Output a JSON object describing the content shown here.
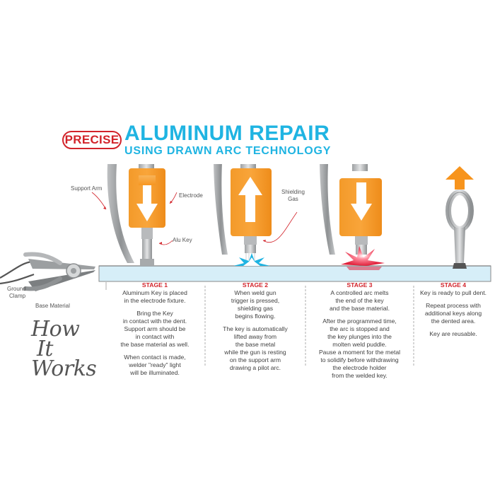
{
  "header": {
    "badge": "PRECISE",
    "title": "ALUMINUM REPAIR",
    "subtitle": "USING DRAWN ARC TECHNOLOGY"
  },
  "labels": {
    "support_arm": "Support Arm",
    "electrode": "Electrode",
    "alu_key": "Alu Key",
    "shielding_gas": [
      "Shielding",
      "Gas"
    ],
    "ground_clamp": [
      "Ground",
      "Clamp"
    ],
    "base_material": "Base Material"
  },
  "how_it_works": [
    "How",
    "It",
    "Works"
  ],
  "stages": [
    {
      "heading": "STAGE 1",
      "paragraphs": [
        [
          "Aluminum Key is placed",
          "in the electrode fixture."
        ],
        [
          "Bring the Key",
          "in contact with the dent.",
          "Support arm should be",
          "in contact with",
          "the base material as well."
        ],
        [
          "When contact is made,",
          "welder \"ready\" light",
          "will be illuminated."
        ]
      ]
    },
    {
      "heading": "STAGE 2",
      "paragraphs": [
        [
          "When weld gun",
          "trigger is pressed,",
          "shielding gas",
          "begins flowing."
        ],
        [
          "The key is automatically",
          "lifted away from",
          "the base metal",
          "while the gun is resting",
          "on the support arm",
          "drawing a pilot arc."
        ]
      ]
    },
    {
      "heading": "STAGE 3",
      "paragraphs": [
        [
          "A controlled arc melts",
          "the end of the key",
          "and the base material."
        ],
        [
          "After the programmed time,",
          "the arc is stopped and",
          "the key plunges into the",
          "molten weld puddle.",
          "Pause a moment for the metal",
          "to solidify before withdrawing",
          "the electrode holder",
          "from the welded key."
        ]
      ]
    },
    {
      "heading": "STAGE 4",
      "paragraphs": [
        [
          "Key is ready to pull dent."
        ],
        [
          "Repeat process with",
          "additional keys along",
          "the dented area."
        ],
        [
          "Key are reusable."
        ]
      ]
    }
  ],
  "colors": {
    "title_blue": "#1fb4e2",
    "accent_red": "#d2232a",
    "electrode_orange": "#f7941d",
    "arm_gray": "#a8abad",
    "base_material_blue": "#d6eef8"
  },
  "icons": [
    "ground-clamp-icon",
    "electrode-icon",
    "down-arrow-icon",
    "up-arrow-icon",
    "spark-icon",
    "key-icon"
  ]
}
